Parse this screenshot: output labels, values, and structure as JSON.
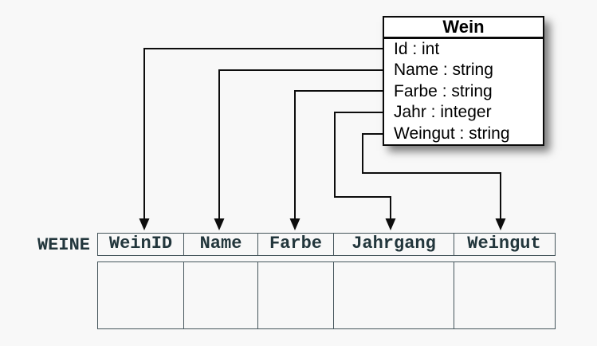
{
  "class_box": {
    "title": "Wein",
    "attributes": [
      "Id : int",
      "Name : string",
      "Farbe : string",
      "Jahr : integer",
      "Weingut : string"
    ]
  },
  "table": {
    "name": "WEINE",
    "columns": [
      "WeinID",
      "Name",
      "Farbe",
      "Jahrgang",
      "Weingut"
    ]
  },
  "mappings": [
    {
      "from": "Id",
      "to": "WeinID"
    },
    {
      "from": "Name",
      "to": "Name"
    },
    {
      "from": "Farbe",
      "to": "Farbe"
    },
    {
      "from": "Jahr",
      "to": "Jahrgang"
    },
    {
      "from": "Weingut",
      "to": "Weingut"
    }
  ],
  "colors": {
    "background": "#f8f8f8",
    "connector": "#0d0d0d",
    "class_box_border": "#0a0a0a",
    "class_box_fill": "#ffffff",
    "table_border": "#46565c",
    "table_text": "#22363c"
  }
}
